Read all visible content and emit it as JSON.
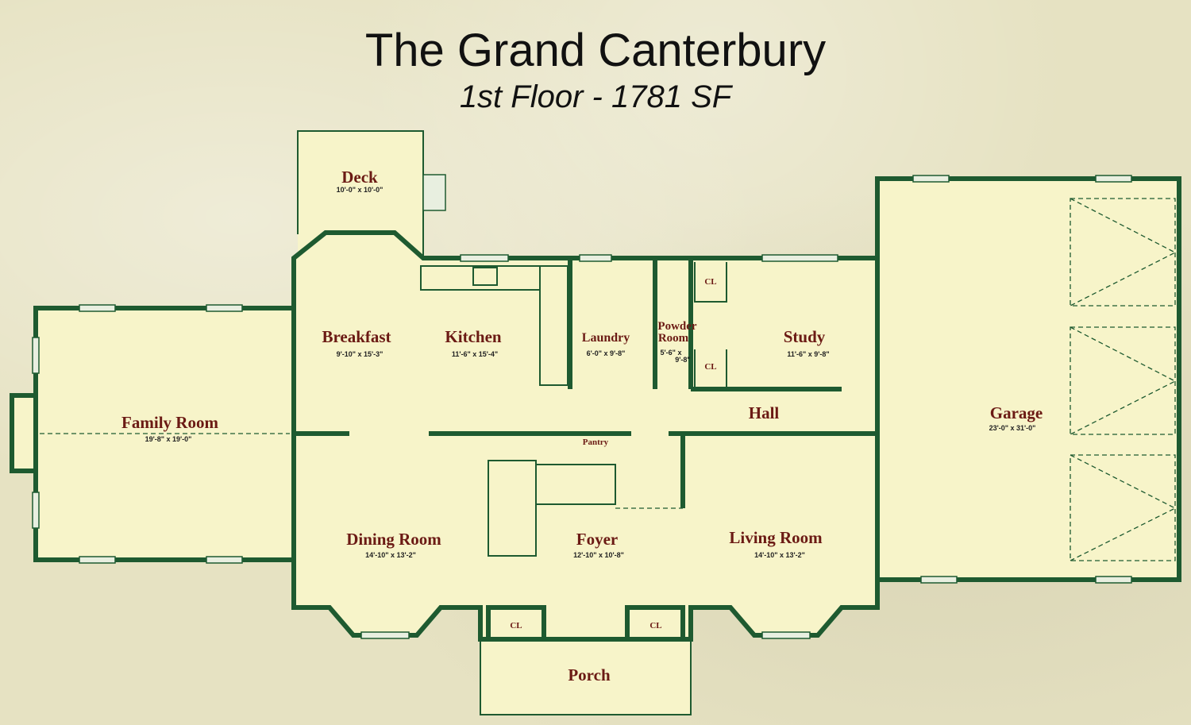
{
  "header": {
    "title": "The Grand Canterbury",
    "subtitle": "1st Floor - 1781 SF"
  },
  "rooms": {
    "deck": {
      "name": "Deck",
      "dims": "10'-0\" x 10'-0\""
    },
    "breakfast": {
      "name": "Breakfast",
      "dims": "9'-10\" x 15'-3\""
    },
    "kitchen": {
      "name": "Kitchen",
      "dims": "11'-6\" x 15'-4\""
    },
    "laundry": {
      "name": "Laundry",
      "dims": "6'-0\" x 9'-8\""
    },
    "powder": {
      "name": "Powder",
      "name2": "Room",
      "dims": "5'-6\" x",
      "dims2": "9'-8\""
    },
    "study": {
      "name": "Study",
      "dims": "11'-6\" x 9'-8\""
    },
    "family": {
      "name": "Family Room",
      "dims": "19'-8\" x 19'-0\""
    },
    "hall": {
      "name": "Hall"
    },
    "garage": {
      "name": "Garage",
      "dims": "23'-0\" x 31'-0\""
    },
    "pantry": {
      "name": "Pantry"
    },
    "dining": {
      "name": "Dining Room",
      "dims": "14'-10\" x 13'-2\""
    },
    "foyer": {
      "name": "Foyer",
      "dims": "12'-10\" x 10'-8\""
    },
    "living": {
      "name": "Living Room",
      "dims": "14'-10\" x 13'-2\""
    },
    "porch": {
      "name": "Porch"
    },
    "closet_label": "CL"
  },
  "colors": {
    "wall": "#1e5a30",
    "room_label": "#6b1a14",
    "floor": "#f7f4c9"
  }
}
